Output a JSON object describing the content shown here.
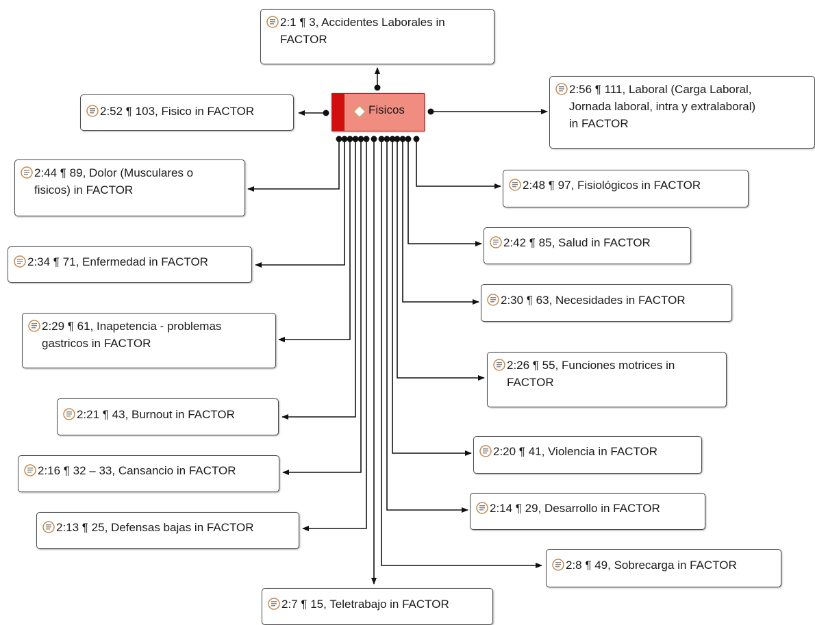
{
  "diagram": {
    "center_node": {
      "label": "Fisicos",
      "icon": "code-diamond-icon",
      "color": "#f08c80",
      "strip_color": "#d10f0f",
      "border_color": "#cc1111"
    },
    "quote_icon": "quotation-document-icon",
    "quote_icon_color": "#c8874a",
    "quotations": [
      {
        "id": "q-2-1",
        "lines": [
          "2:1 ¶ 3, Accidentes Laborales in",
          "FACTOR"
        ]
      },
      {
        "id": "q-2-52",
        "lines": [
          "2:52 ¶ 103, Fisico in FACTOR"
        ]
      },
      {
        "id": "q-2-56",
        "lines": [
          "2:56 ¶ 111, Laboral (Carga Laboral,",
          "Jornada laboral, intra y extralaboral)",
          "in FACTOR"
        ]
      },
      {
        "id": "q-2-44",
        "lines": [
          "2:44 ¶ 89, Dolor (Musculares o",
          "fisicos) in FACTOR"
        ]
      },
      {
        "id": "q-2-48",
        "lines": [
          "2:48 ¶ 97, Fisiológicos in FACTOR"
        ]
      },
      {
        "id": "q-2-42",
        "lines": [
          "2:42 ¶ 85, Salud in FACTOR"
        ]
      },
      {
        "id": "q-2-34",
        "lines": [
          "2:34 ¶ 71, Enfermedad in FACTOR"
        ]
      },
      {
        "id": "q-2-30",
        "lines": [
          "2:30 ¶ 63, Necesidades in FACTOR"
        ]
      },
      {
        "id": "q-2-29",
        "lines": [
          "2:29 ¶ 61, Inapetencia - problemas",
          "gastricos in FACTOR"
        ]
      },
      {
        "id": "q-2-26",
        "lines": [
          "2:26 ¶ 55, Funciones motrices in",
          "FACTOR"
        ]
      },
      {
        "id": "q-2-21",
        "lines": [
          "2:21 ¶ 43, Burnout in FACTOR"
        ]
      },
      {
        "id": "q-2-20",
        "lines": [
          "2:20 ¶ 41, Violencia in FACTOR"
        ]
      },
      {
        "id": "q-2-16",
        "lines": [
          "2:16 ¶ 32 – 33, Cansancio in FACTOR"
        ]
      },
      {
        "id": "q-2-14",
        "lines": [
          "2:14 ¶ 29, Desarrollo in FACTOR"
        ]
      },
      {
        "id": "q-2-13",
        "lines": [
          "2:13 ¶ 25, Defensas bajas in FACTOR"
        ]
      },
      {
        "id": "q-2-8",
        "lines": [
          "2:8 ¶ 49, Sobrecarga in FACTOR"
        ]
      },
      {
        "id": "q-2-7",
        "lines": [
          "2:7 ¶ 15, Teletrabajo in FACTOR"
        ]
      }
    ]
  }
}
